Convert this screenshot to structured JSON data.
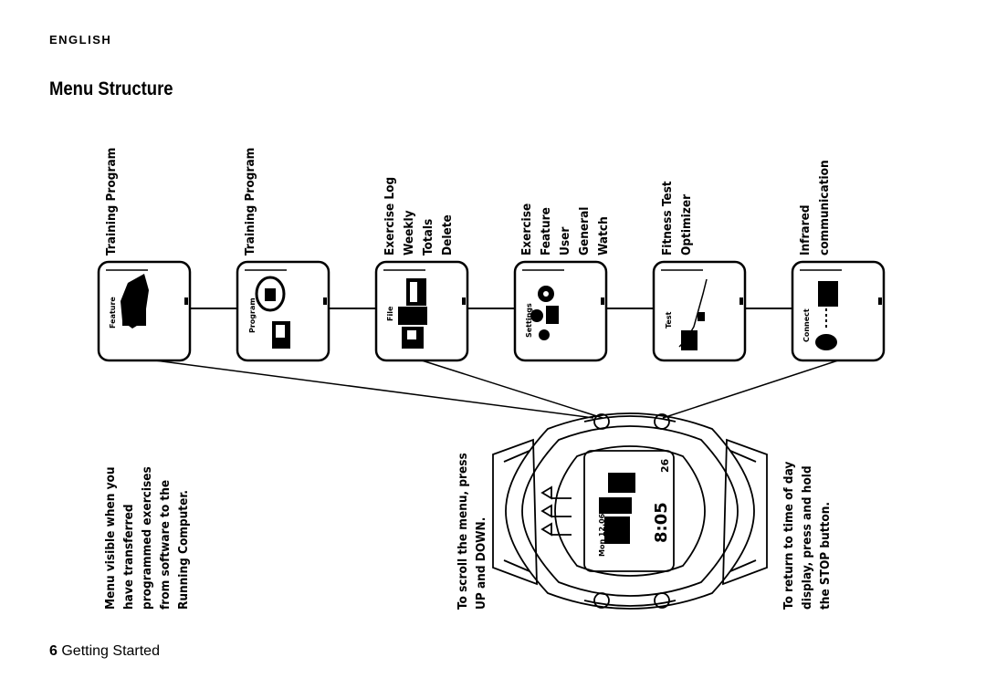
{
  "header": {
    "language": "ENGLISH"
  },
  "section_title": "Menu Structure",
  "menus": [
    {
      "labels": [
        "Training Program"
      ],
      "screen_text": "Feature"
    },
    {
      "labels": [
        "Training Program"
      ],
      "screen_text": "Program"
    },
    {
      "labels": [
        "Exercise Log",
        "Weekly",
        "Totals",
        "Delete"
      ],
      "screen_text": "File"
    },
    {
      "labels": [
        "Exercise",
        "Feature",
        "User",
        "General",
        "Watch"
      ],
      "screen_text": "Settings"
    },
    {
      "labels": [
        "Fitness Test",
        "Optimizer"
      ],
      "screen_text": "Test"
    },
    {
      "labels": [
        "Infrared",
        "communication"
      ],
      "screen_text": "Connect"
    }
  ],
  "notes": {
    "left": [
      "Menu visible when you",
      "have transferred",
      "programmed exercises",
      "from software to the",
      "Running Computer."
    ],
    "middle": [
      "To scroll the menu, press",
      "UP and DOWN."
    ],
    "right": [
      "To return to time of day",
      "display, press and hold",
      "the STOP button."
    ]
  },
  "watch_display": {
    "time": "8:05",
    "seconds": "26",
    "date": "Mon 12.06"
  },
  "footer": {
    "page_number": "6",
    "section": "Getting Started"
  }
}
